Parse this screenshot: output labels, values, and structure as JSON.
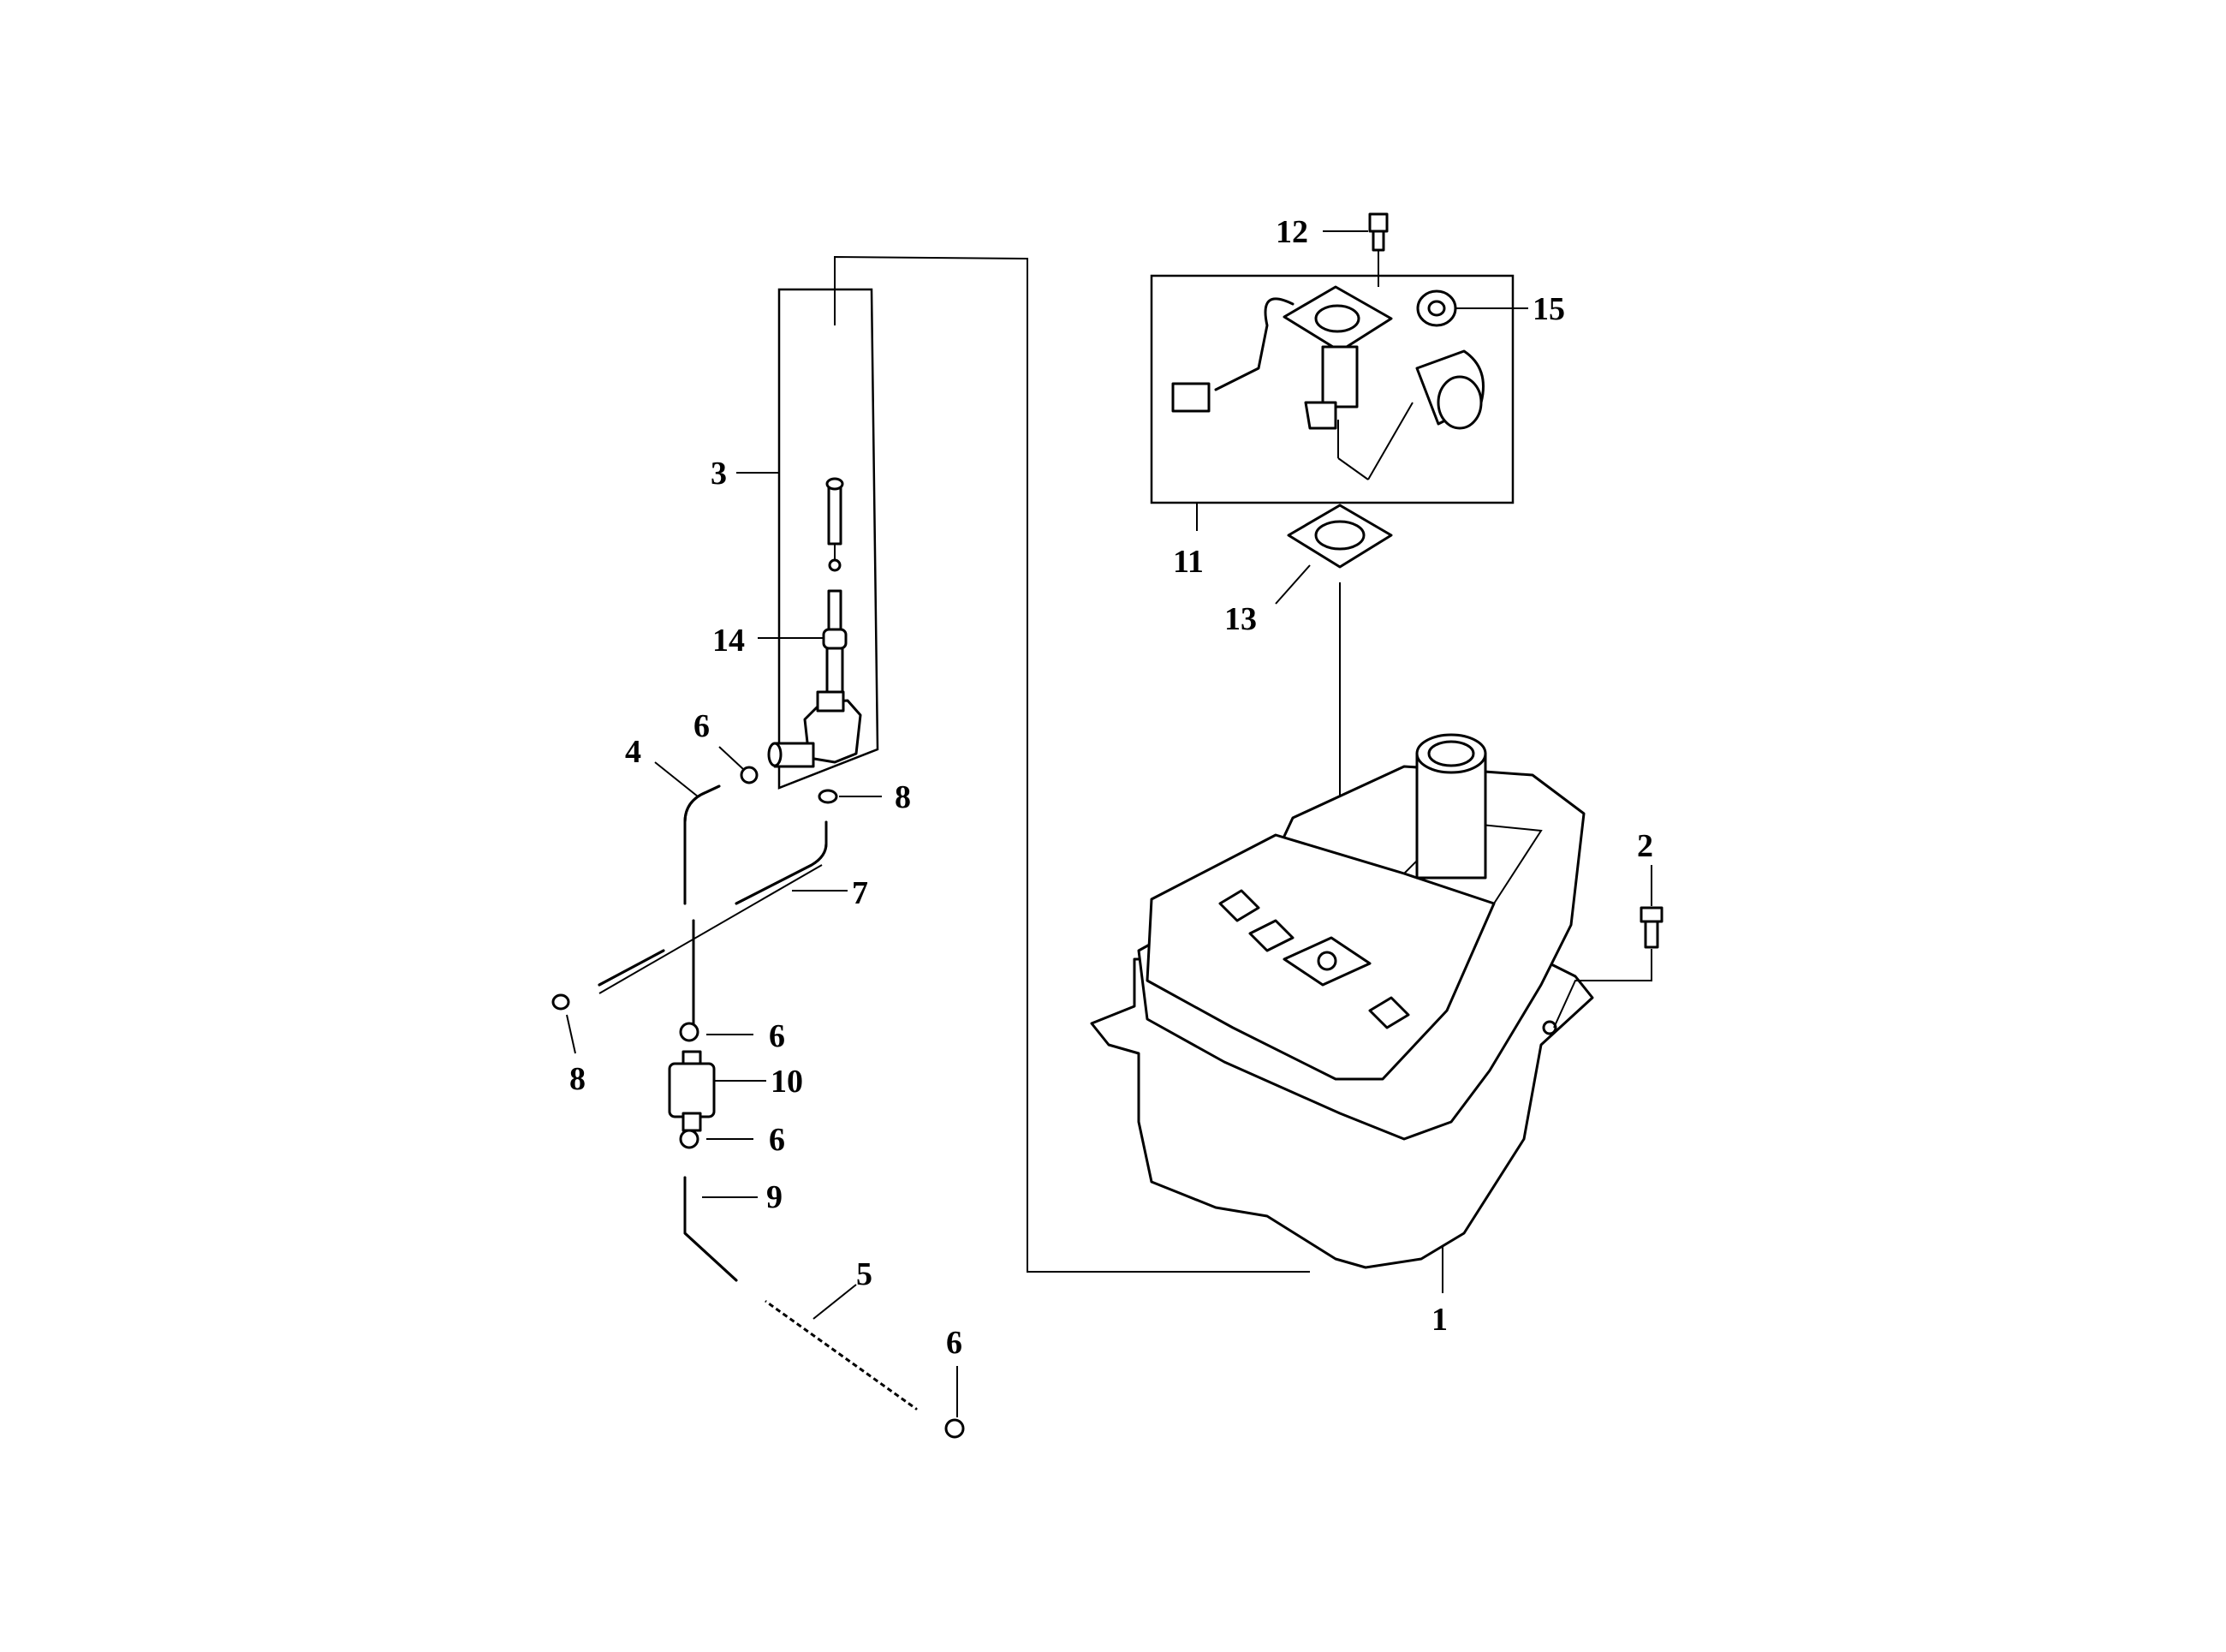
{
  "diagram": {
    "labels": {
      "p1": "1",
      "p2": "2",
      "p3": "3",
      "p4": "4",
      "p5": "5",
      "p6a": "6",
      "p6b": "6",
      "p6c": "6",
      "p6d": "6",
      "p7": "7",
      "p8a": "8",
      "p8b": "8",
      "p9": "9",
      "p10": "10",
      "p11": "11",
      "p12": "12",
      "p13": "13",
      "p14": "14",
      "p15": "15"
    }
  }
}
